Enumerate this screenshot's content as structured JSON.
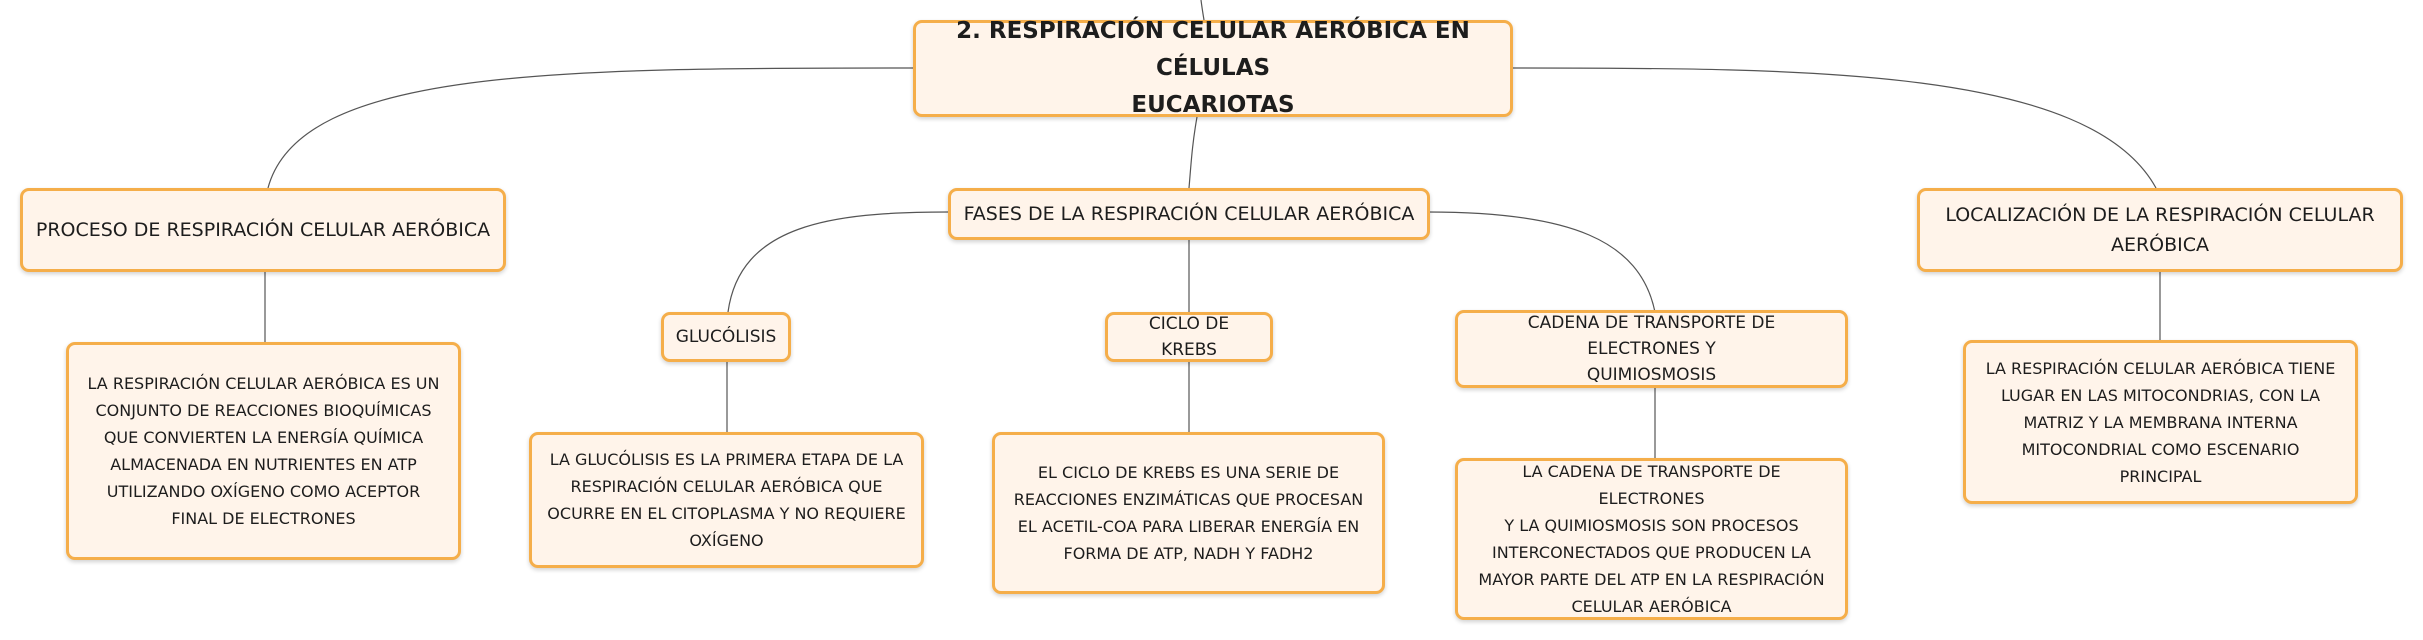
{
  "root": {
    "title": "2. RESPIRACIÓN CELULAR AERÓBICA EN CÉLULAS\nEUCARIOTAS"
  },
  "branches": {
    "proceso": {
      "title": "PROCESO DE RESPIRACIÓN CELULAR AERÓBICA",
      "detail": "LA RESPIRACIÓN CELULAR AERÓBICA ES UN\nCONJUNTO DE REACCIONES BIOQUÍMICAS\nQUE CONVIERTEN LA ENERGÍA QUÍMICA\nALMACENADA EN NUTRIENTES EN ATP\nUTILIZANDO OXÍGENO COMO ACEPTOR\nFINAL DE ELECTRONES"
    },
    "fases": {
      "title": "FASES DE LA RESPIRACIÓN CELULAR AERÓBICA",
      "glucolisis": {
        "title": "GLUCÓLISIS",
        "detail": "LA GLUCÓLISIS ES LA PRIMERA ETAPA DE LA\nRESPIRACIÓN CELULAR AERÓBICA QUE\nOCURRE EN EL CITOPLASMA Y NO REQUIERE\nOXÍGENO"
      },
      "krebs": {
        "title": "CICLO DE KREBS",
        "detail": "EL CICLO DE KREBS ES UNA SERIE DE\nREACCIONES ENZIMÁTICAS QUE PROCESAN\nEL ACETIL-COA PARA LIBERAR ENERGÍA EN\nFORMA DE ATP, NADH Y FADH2"
      },
      "cadena": {
        "title": "CADENA DE TRANSPORTE DE ELECTRONES Y\nQUIMIOSMOSIS",
        "detail": "LA CADENA DE TRANSPORTE DE ELECTRONES\nY LA QUIMIOSMOSIS SON PROCESOS\nINTERCONECTADOS QUE PRODUCEN LA\nMAYOR PARTE DEL ATP EN LA RESPIRACIÓN\nCELULAR AERÓBICA"
      }
    },
    "localizacion": {
      "title": "LOCALIZACIÓN DE LA RESPIRACIÓN CELULAR\nAERÓBICA",
      "detail": "LA RESPIRACIÓN CELULAR AERÓBICA TIENE\nLUGAR EN LAS MITOCONDRIAS, CON LA\nMATRIZ Y LA MEMBRANA INTERNA\nMITOCONDRIAL COMO ESCENARIO\nPRINCIPAL"
    }
  },
  "colors": {
    "node_fill": "#fff4ea",
    "node_border": "#f5ae4a",
    "connector": "#555555"
  }
}
